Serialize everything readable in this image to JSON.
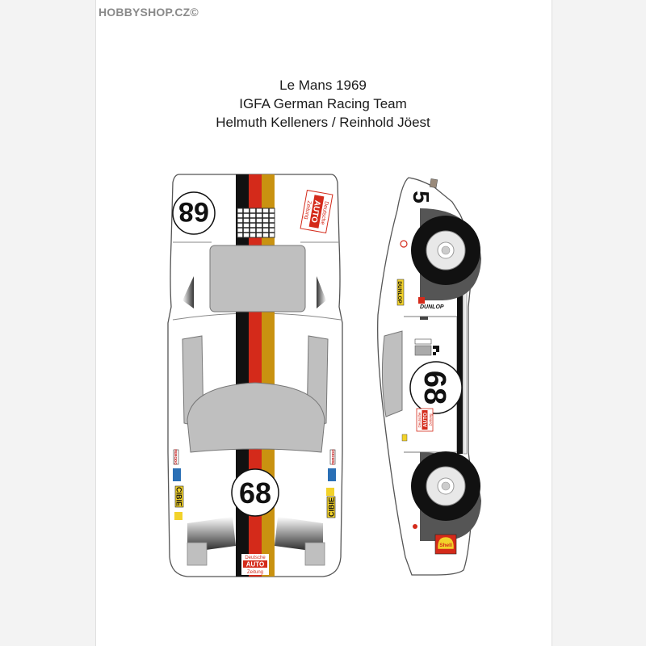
{
  "watermark": "HOBBYSHOP.CZ©",
  "title": {
    "line1": "Le Mans 1969",
    "line2": "IGFA German Racing Team",
    "line3": "Helmuth Kelleners / Reinhold Jöest"
  },
  "decals": {
    "race_number": "68",
    "side_number": "5",
    "sponsor_top": "Deutsche",
    "sponsor_mid": "AUTO",
    "sponsor_bot": "Zeitung",
    "cibie": "CIBIE",
    "dunlop": "DUNLOP",
    "ferodo": "FERODO",
    "shell": "Shell"
  },
  "colors": {
    "stripe_black": "#111111",
    "stripe_red": "#d42a1a",
    "stripe_gold": "#c99210",
    "glass": "#bfbfbf",
    "body": "#ffffff",
    "outline": "#555555"
  }
}
